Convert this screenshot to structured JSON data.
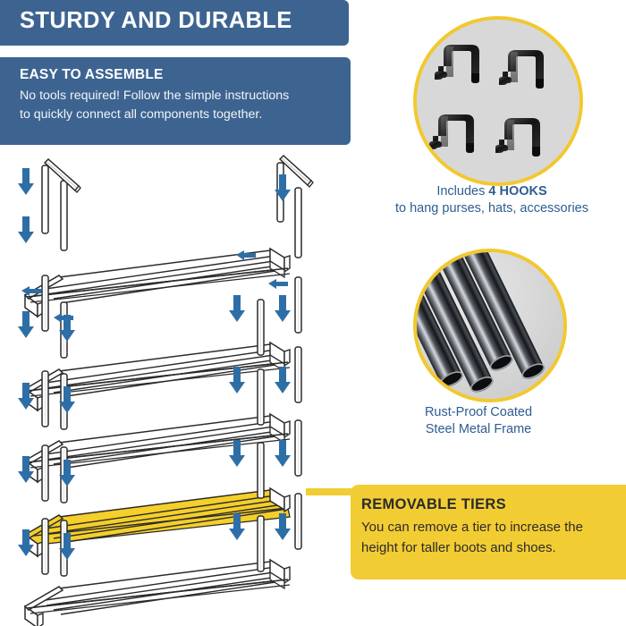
{
  "colors": {
    "brand_blue": "#3d6491",
    "text_blue": "#2e5d92",
    "accent_yellow": "#f2cc33",
    "ring_yellow": "#f2c82e",
    "circle_gray": "#d8d8d8",
    "arrow_blue": "#2e6ea6",
    "highlight_tier_yellow": "#f5cf2a",
    "line_dark": "#2b2b2b",
    "white": "#ffffff"
  },
  "header": {
    "title": "STURDY AND DURABLE"
  },
  "assemble_panel": {
    "heading": "EASY TO ASSEMBLE",
    "line1": "No tools required!  Follow the simple instructions",
    "line2": "to quickly connect all components together."
  },
  "features": [
    {
      "id": "hooks",
      "image_name": "four-black-s-hooks-photo",
      "caption_line1_prefix": "Includes ",
      "caption_line1_strong": "4 HOOKS",
      "caption_line2": "to hang purses, hats, accessories"
    },
    {
      "id": "frame",
      "image_name": "steel-tubes-photo",
      "caption_line1": "Rust-Proof Coated",
      "caption_line2": "Steel Metal Frame"
    }
  ],
  "tiers_callout": {
    "heading": "REMOVABLE TIERS",
    "line1": "You can remove a tier to increase the",
    "line2": "height for taller boots and shoes."
  },
  "diagram": {
    "name": "shoe-rack-exploded-assembly-diagram",
    "shelf_count": 5,
    "highlighted_shelf_index": 3,
    "arrow_direction": "down",
    "arrow_count": 20
  }
}
